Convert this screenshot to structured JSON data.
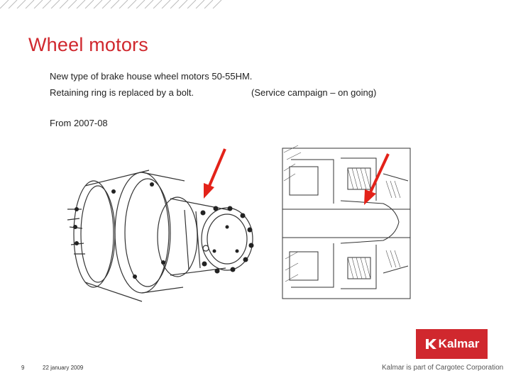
{
  "slide": {
    "title": "Wheel motors",
    "line1": "New type of brake house wheel motors 50-55HM.",
    "line2": "Retaining ring is replaced by a bolt.",
    "campaign": "(Service campaign – on going)",
    "line3": "From 2007-08"
  },
  "footer": {
    "page_number": "9",
    "date": "22 january 2009",
    "logo_text": "Kalmar",
    "tagline": "Kalmar is part of Cargotec Corporation"
  },
  "colors": {
    "accent": "#d0282e",
    "arrow": "#e32219"
  }
}
